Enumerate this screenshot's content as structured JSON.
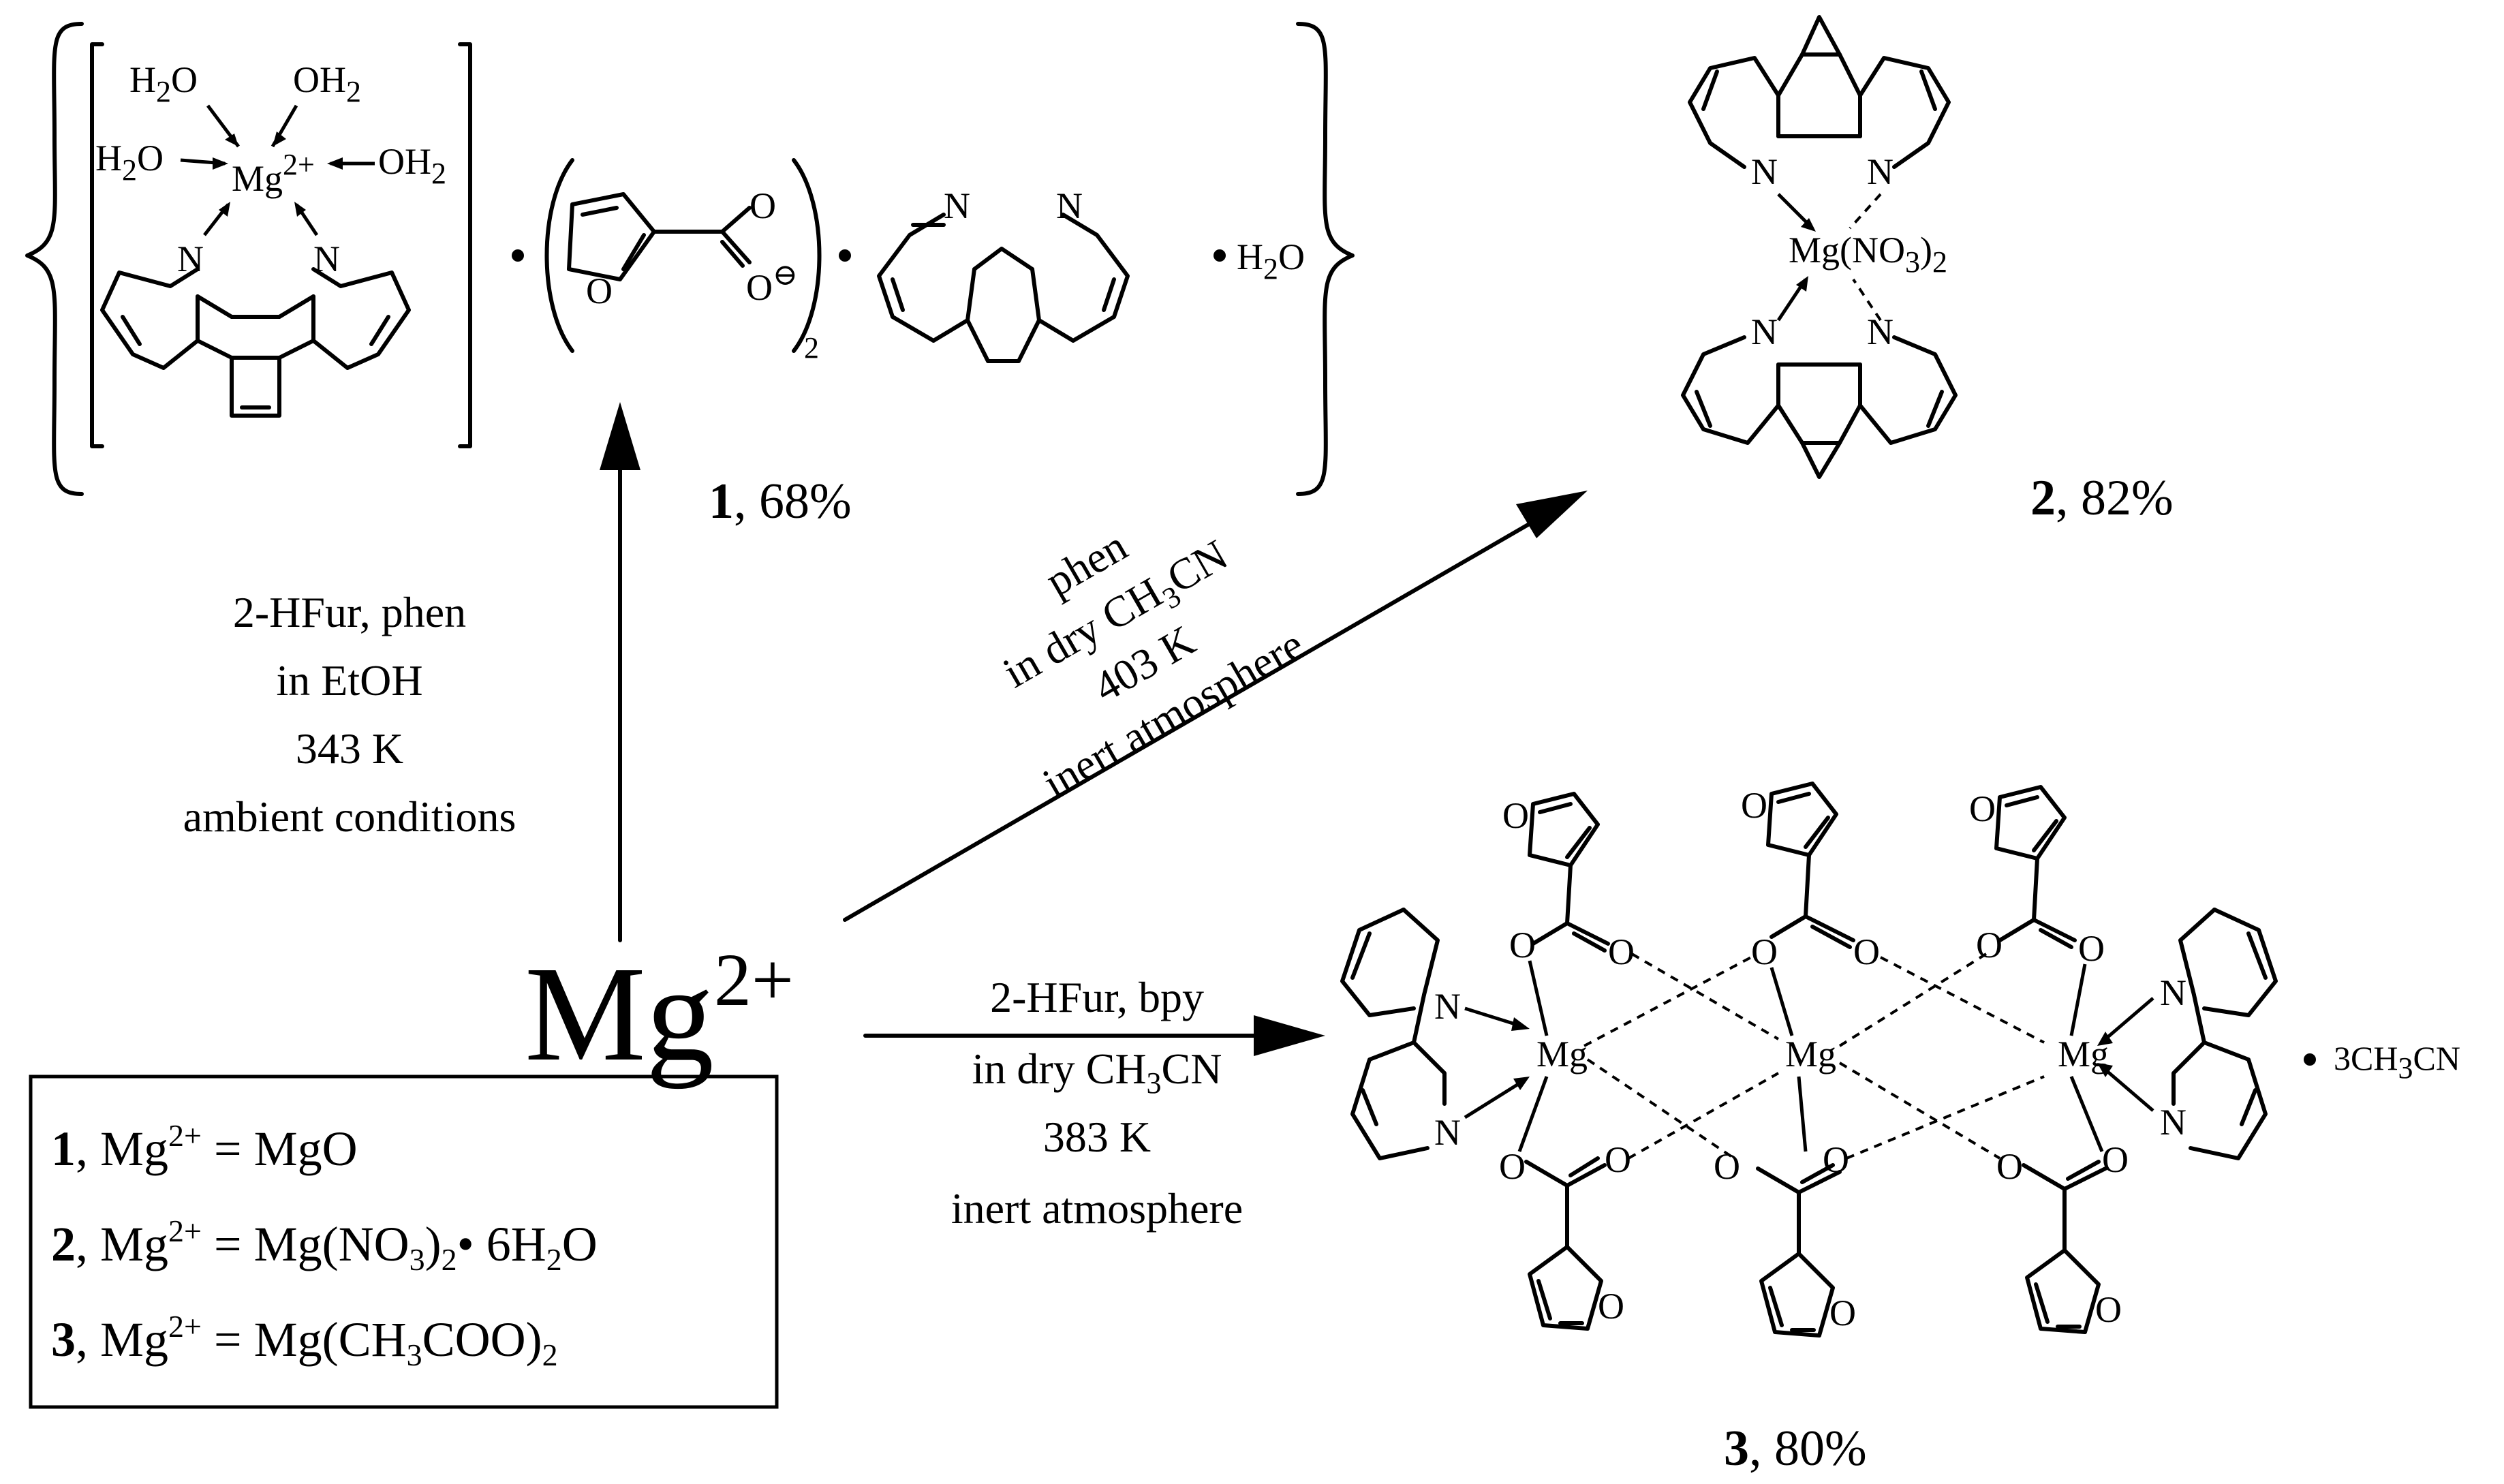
{
  "reactant": {
    "base": "Mg",
    "charge": "2+"
  },
  "routes": {
    "up": {
      "reagents": "2-HFur, phen",
      "solvent": "in EtOH",
      "temperature": "343 K",
      "atmosphere": "ambient conditions"
    },
    "diag": {
      "reagent": "phen",
      "solvent_prefix": "in dry CH",
      "solvent_sub": "3",
      "solvent_suffix": "CN",
      "temperature": "403 K",
      "atmosphere": "inert atmosphere"
    },
    "right": {
      "reagents": "2-HFur, bpy",
      "solvent_prefix": "in dry CH",
      "solvent_sub": "3",
      "solvent_suffix": "CN",
      "temperature": "383 K",
      "atmosphere": "inert atmosphere"
    }
  },
  "products": {
    "p1": {
      "num": "1",
      "yield": ", 68%"
    },
    "p2": {
      "num": "2",
      "yield": ", 82%"
    },
    "p3": {
      "num": "3",
      "yield": ", 80%",
      "solvate": "3CH",
      "solvate_sub": "3",
      "solvate_tail": "CN"
    }
  },
  "legend": [
    {
      "num": "1",
      "sep": ", ",
      "mg": "Mg",
      "sup": "2+",
      "eq": " = MgO",
      "rest": []
    },
    {
      "num": "2",
      "sep": ", ",
      "mg": "Mg",
      "sup": "2+",
      "eq": " = Mg(NO",
      "rest": [
        "3",
        ")",
        "2",
        "• 6H",
        "2",
        "O"
      ]
    },
    {
      "num": "3",
      "sep": ", ",
      "mg": "Mg",
      "sup": "2+",
      "eq": " = Mg(CH",
      "rest": [
        "3",
        "COO)",
        "2"
      ]
    }
  ],
  "atoms": {
    "H2O": [
      "H",
      "2",
      "O"
    ],
    "OH2": [
      "OH",
      "2"
    ],
    "mg_complex": [
      "Mg",
      "2+"
    ],
    "N": "N",
    "O": "O",
    "O_minus": "⊖",
    "mult2": "2",
    "dot": "•",
    "water": [
      "H",
      "2",
      "O"
    ],
    "mg_nitrate": [
      "Mg(NO",
      "3",
      ")",
      "2"
    ],
    "Mg": "Mg"
  }
}
